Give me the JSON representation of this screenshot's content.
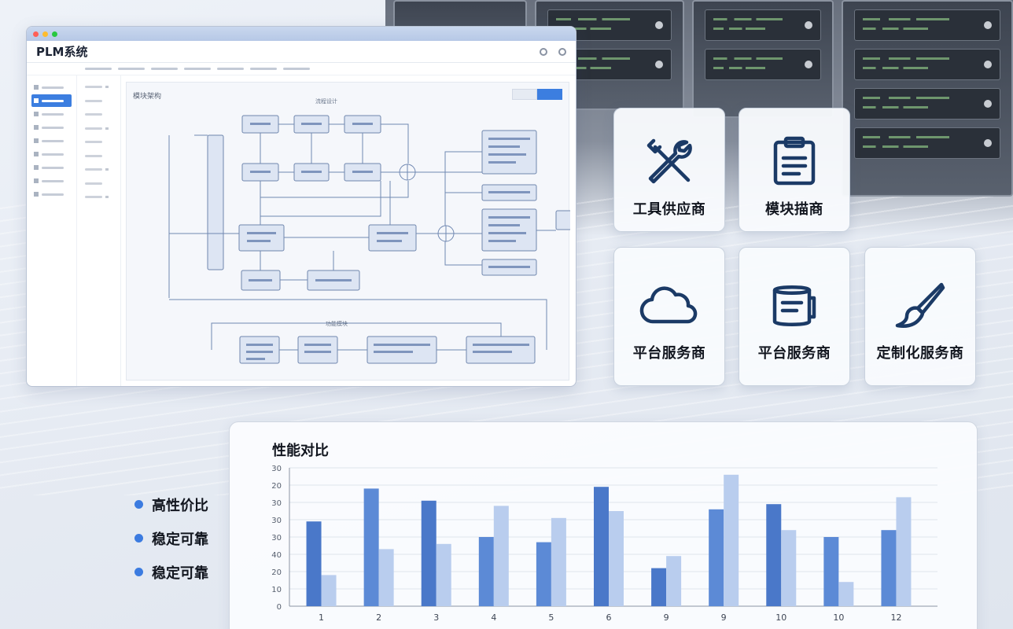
{
  "app": {
    "title": "PLM系统",
    "canvas_label": "模块架构",
    "diagram_group_1": "流程设计",
    "diagram_group_2": "功能模块"
  },
  "cards": [
    {
      "label": "工具供应商",
      "icon": "wrench-screwdriver-icon"
    },
    {
      "label": "模块描商",
      "icon": "clipboard-icon"
    },
    {
      "label": "平台服务商",
      "icon": "cloud-icon"
    },
    {
      "label": "平台服务商",
      "icon": "database-icon"
    },
    {
      "label": "定制化服务商",
      "icon": "brush-icon"
    }
  ],
  "bullets": [
    "高性价比",
    "稳定可靠",
    "稳定可靠"
  ],
  "colors": {
    "accent": "#3b7be0",
    "bar_dark": "#4a78c9",
    "bar_light": "#b9cdee"
  },
  "chart_data": {
    "type": "bar",
    "title": "性能对比",
    "categories": [
      "1",
      "2",
      "3",
      "4",
      "5",
      "6",
      "9",
      "9",
      "10",
      "10",
      "12"
    ],
    "y_tick_labels": [
      "0",
      "10",
      "20",
      "40",
      "30",
      "30",
      "30",
      "20",
      "30"
    ],
    "ylim": [
      0,
      80
    ],
    "series": [
      {
        "values": [
          49,
          68,
          61,
          40,
          37,
          69,
          22,
          56,
          59,
          40,
          44
        ]
      },
      {
        "values": [
          18,
          33,
          36,
          58,
          51,
          55,
          29,
          76,
          44,
          14,
          63
        ]
      }
    ]
  }
}
